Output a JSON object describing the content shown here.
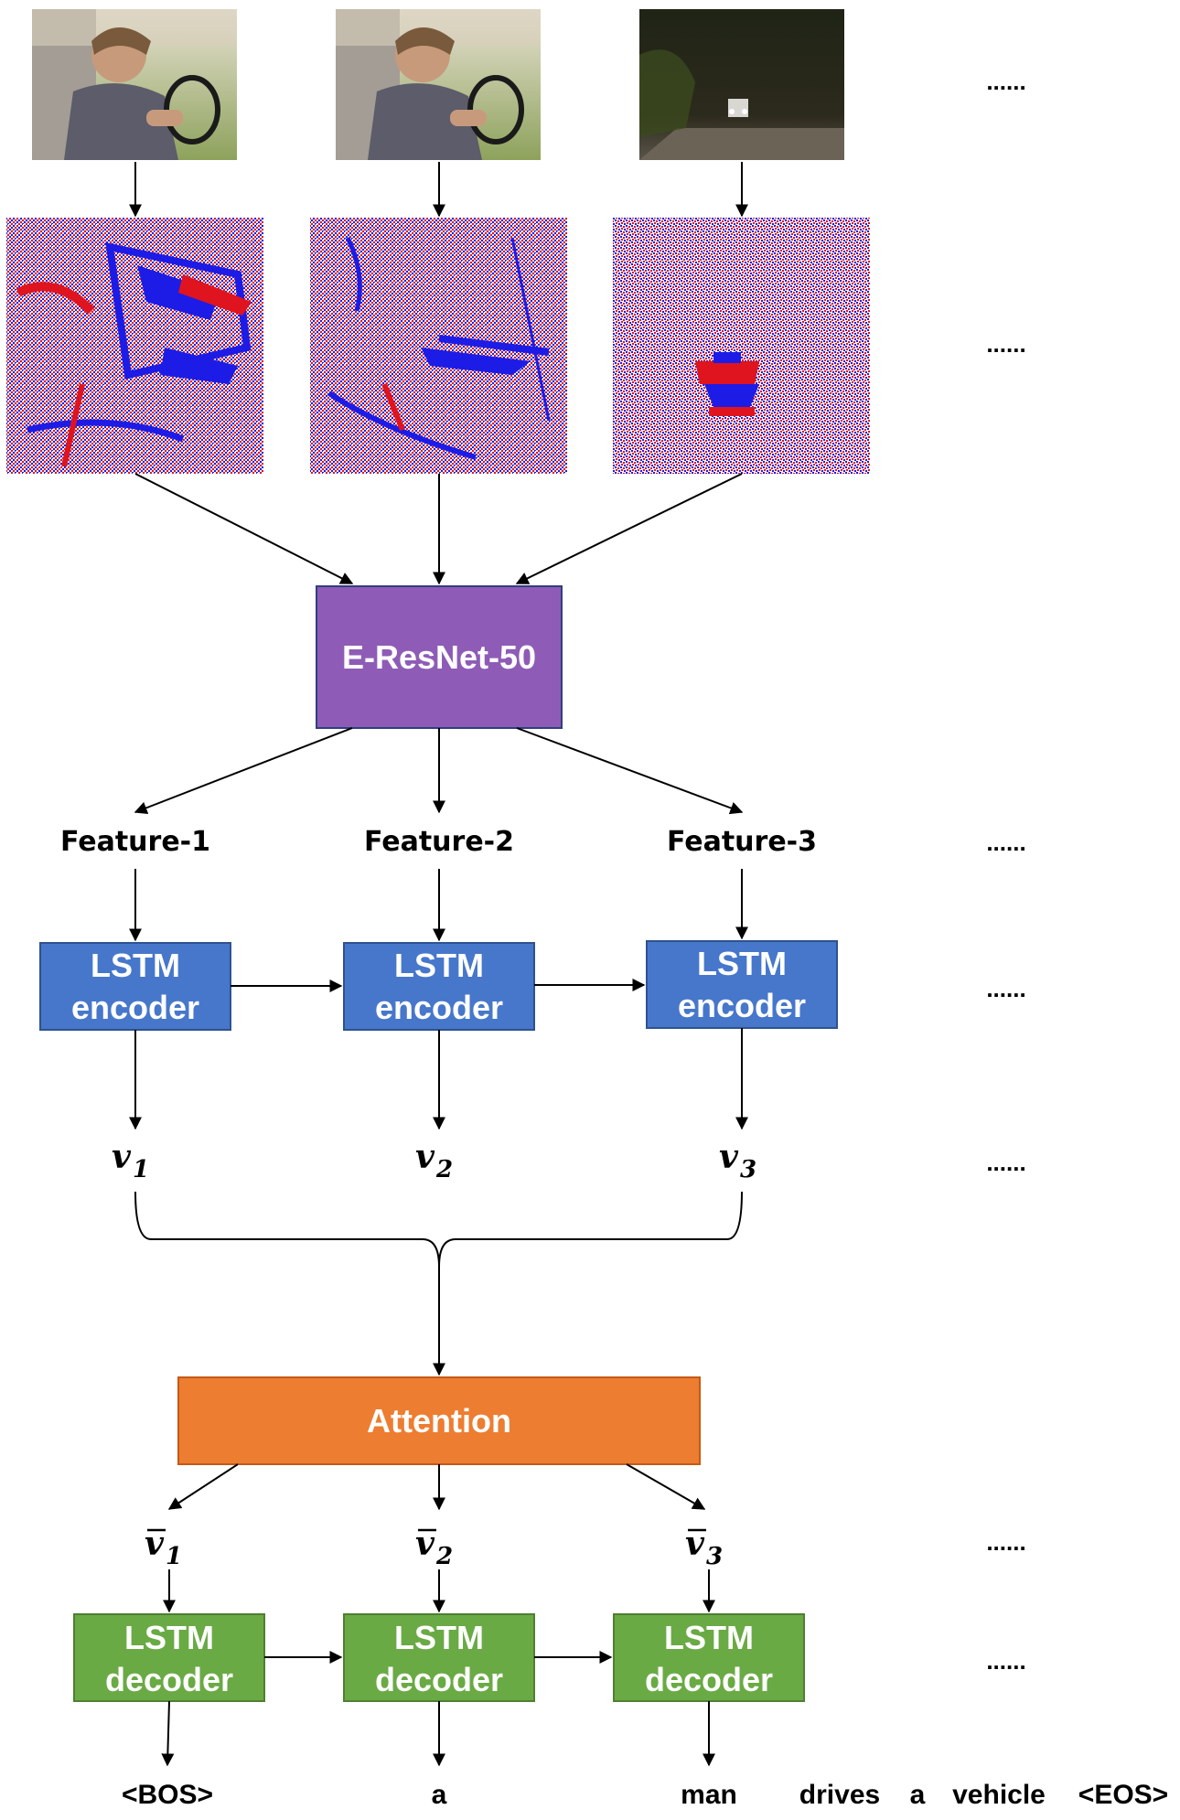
{
  "frames": [
    {
      "kind": "driver-frame"
    },
    {
      "kind": "driver-frame"
    },
    {
      "kind": "road-night-frame"
    }
  ],
  "ellipsis": "......",
  "backbone": {
    "label": "E-ResNet-50",
    "color": "#8e5cb6"
  },
  "features": [
    "Feature-1",
    "Feature-2",
    "Feature-3"
  ],
  "encoders": [
    {
      "line1": "LSTM",
      "line2": "encoder"
    },
    {
      "line1": "LSTM",
      "line2": "encoder"
    },
    {
      "line1": "LSTM",
      "line2": "encoder"
    }
  ],
  "encoder_color": "#4677cb",
  "vectors": [
    {
      "sym": "v",
      "sub": "1"
    },
    {
      "sym": "v",
      "sub": "2"
    },
    {
      "sym": "v",
      "sub": "3"
    }
  ],
  "attention": {
    "label": "Attention",
    "color": "#ed7d31"
  },
  "attended_vectors": [
    {
      "sym": "v",
      "sub": "1"
    },
    {
      "sym": "v",
      "sub": "2"
    },
    {
      "sym": "v",
      "sub": "3"
    }
  ],
  "decoders": [
    {
      "line1": "LSTM",
      "line2": "decoder"
    },
    {
      "line1": "LSTM",
      "line2": "decoder"
    },
    {
      "line1": "LSTM",
      "line2": "decoder"
    }
  ],
  "decoder_color": "#6aaa45",
  "output_words": [
    "<BOS>",
    "a",
    "man",
    "drives",
    "a",
    "vehicle",
    "<EOS>"
  ]
}
